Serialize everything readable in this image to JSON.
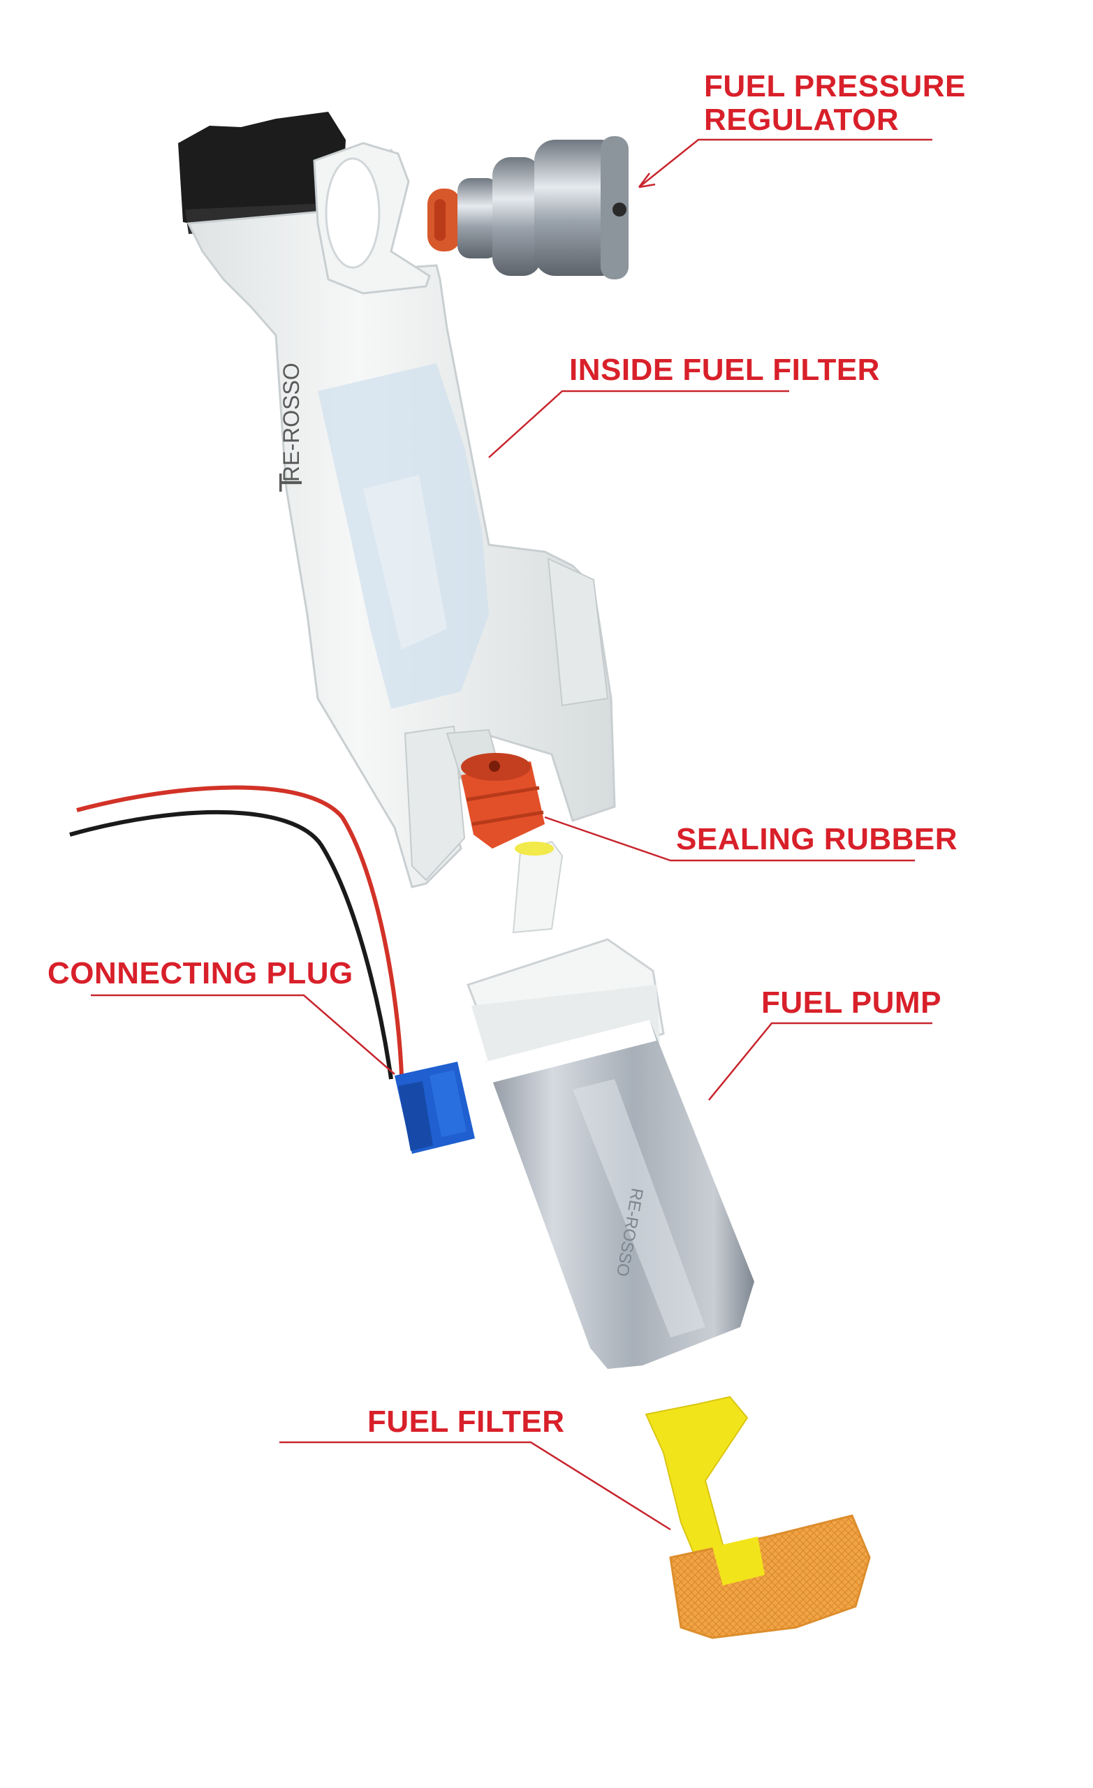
{
  "labels": {
    "fuel_pressure_regulator_line1": "FUEL PRESSURE",
    "fuel_pressure_regulator_line2": "REGULATOR",
    "inside_fuel_filter": "INSIDE FUEL FILTER",
    "sealing_rubber": "SEALING RUBBER",
    "connecting_plug": "CONNECTING PLUG",
    "fuel_pump": "FUEL PUMP",
    "fuel_filter": "FUEL FILTER"
  },
  "housing_brand": "RE-ROSSO",
  "colors": {
    "label_red": "#d8202a",
    "housing_white": "#eef0f0",
    "plug_blue": "#1f5fd0",
    "pump_silver": "#b9c0c8",
    "rubber_orange": "#e2502a",
    "filter_yellow": "#f2e41a",
    "mesh_orange": "#f0a640"
  }
}
